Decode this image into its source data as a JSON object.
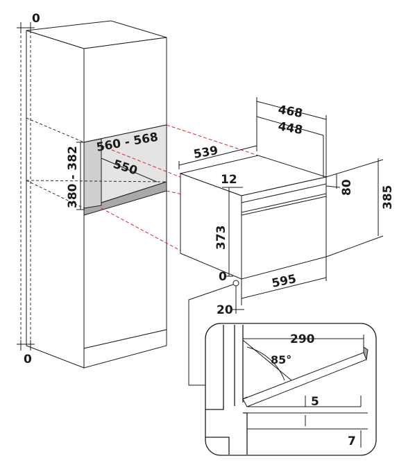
{
  "dimensions": {
    "top_gap": "0",
    "bottom_gap": "0",
    "niche_width": "560 - 568",
    "niche_depth": "550",
    "niche_height": "380 - 382",
    "oven_depth": "539",
    "oven_width_outer": "468",
    "oven_width_inner": "448",
    "oven_inner_height": "373",
    "oven_top_offset": "12",
    "panel_height": "80",
    "oven_height": "385",
    "oven_front_width": "595",
    "front_zero": "0",
    "front_offset": "20"
  },
  "detail": {
    "door_length": "290",
    "door_angle": "85°",
    "door_gap": "5",
    "base_gap": "7"
  },
  "colors": {
    "line": "#1a1a1a",
    "projection": "#d4262b",
    "niche_interior": "#e4e4e4"
  }
}
